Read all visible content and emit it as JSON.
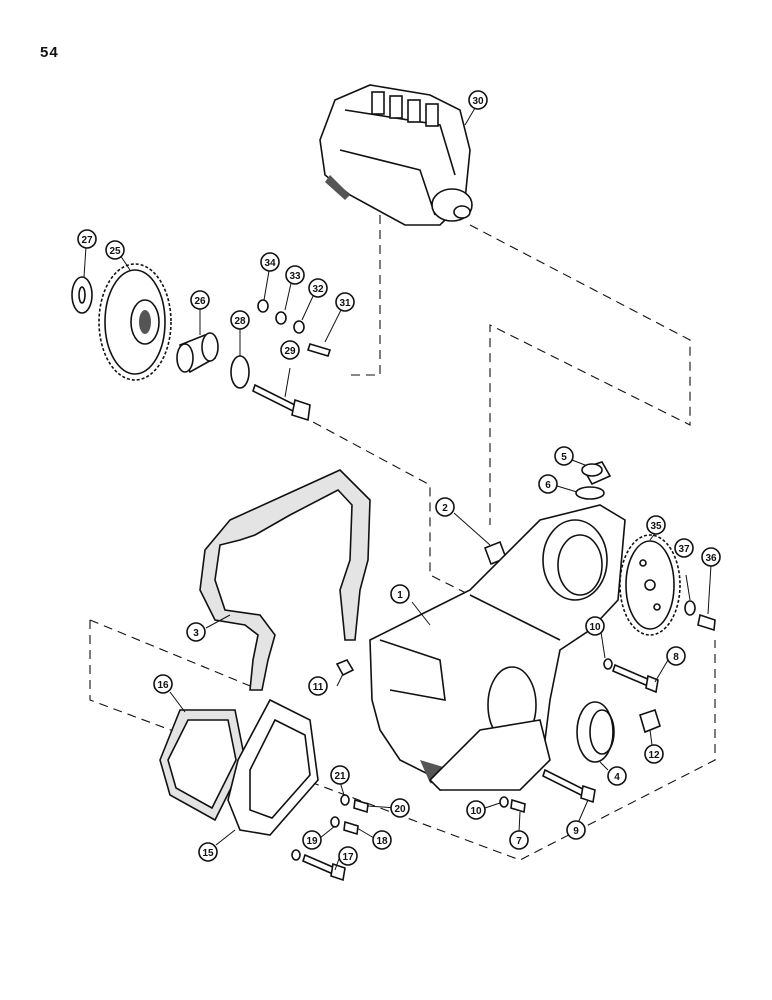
{
  "page": {
    "number": "54"
  },
  "callouts": [
    {
      "label": "1"
    },
    {
      "label": "2"
    },
    {
      "label": "3"
    },
    {
      "label": "4"
    },
    {
      "label": "5"
    },
    {
      "label": "6"
    },
    {
      "label": "7"
    },
    {
      "label": "8"
    },
    {
      "label": "9"
    },
    {
      "label": "10"
    },
    {
      "label": "10"
    },
    {
      "label": "11"
    },
    {
      "label": "12"
    },
    {
      "label": "15"
    },
    {
      "label": "16"
    },
    {
      "label": "17"
    },
    {
      "label": "18"
    },
    {
      "label": "19"
    },
    {
      "label": "20"
    },
    {
      "label": "21"
    },
    {
      "label": "25"
    },
    {
      "label": "26"
    },
    {
      "label": "27"
    },
    {
      "label": "28"
    },
    {
      "label": "29"
    },
    {
      "label": "30"
    },
    {
      "label": "31"
    },
    {
      "label": "32"
    },
    {
      "label": "33"
    },
    {
      "label": "34"
    },
    {
      "label": "35"
    },
    {
      "label": "36"
    },
    {
      "label": "37"
    }
  ]
}
